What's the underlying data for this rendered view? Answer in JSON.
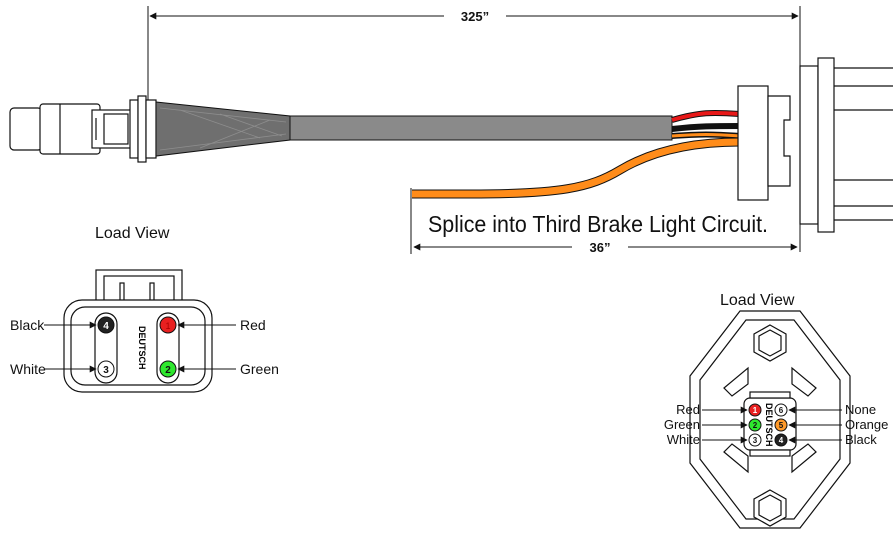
{
  "dimensions": {
    "overall_length": "325”",
    "splice_length": "36”"
  },
  "splice_note": "Splice into Third Brake Light Circuit.",
  "connector_2pin": {
    "title": "Load View",
    "brand": "DEUTSCH",
    "pins": [
      {
        "num": "4",
        "label": "Black",
        "color": "#222222"
      },
      {
        "num": "1",
        "label": "Red",
        "color": "#e82020"
      },
      {
        "num": "3",
        "label": "White",
        "color": "#ffffff"
      },
      {
        "num": "2",
        "label": "Green",
        "color": "#2ee82e"
      }
    ]
  },
  "connector_6pin": {
    "title": "Load View",
    "brand": "DEUTSCH",
    "left_pins": [
      {
        "num": "1",
        "label": "Red",
        "color": "#e82020"
      },
      {
        "num": "2",
        "label": "Green",
        "color": "#2ee82e"
      },
      {
        "num": "3",
        "label": "White",
        "color": "#ffffff"
      }
    ],
    "right_pins": [
      {
        "num": "6",
        "label": "None",
        "color": "#ffffff"
      },
      {
        "num": "5",
        "label": "Orange",
        "color": "#ff9a2a"
      },
      {
        "num": "4",
        "label": "Black",
        "color": "#222222"
      }
    ]
  },
  "colors": {
    "cable": "#8a8a8a",
    "wire_red": "#e81818",
    "wire_orange": "#ff8c1a",
    "wire_black": "#111111"
  }
}
